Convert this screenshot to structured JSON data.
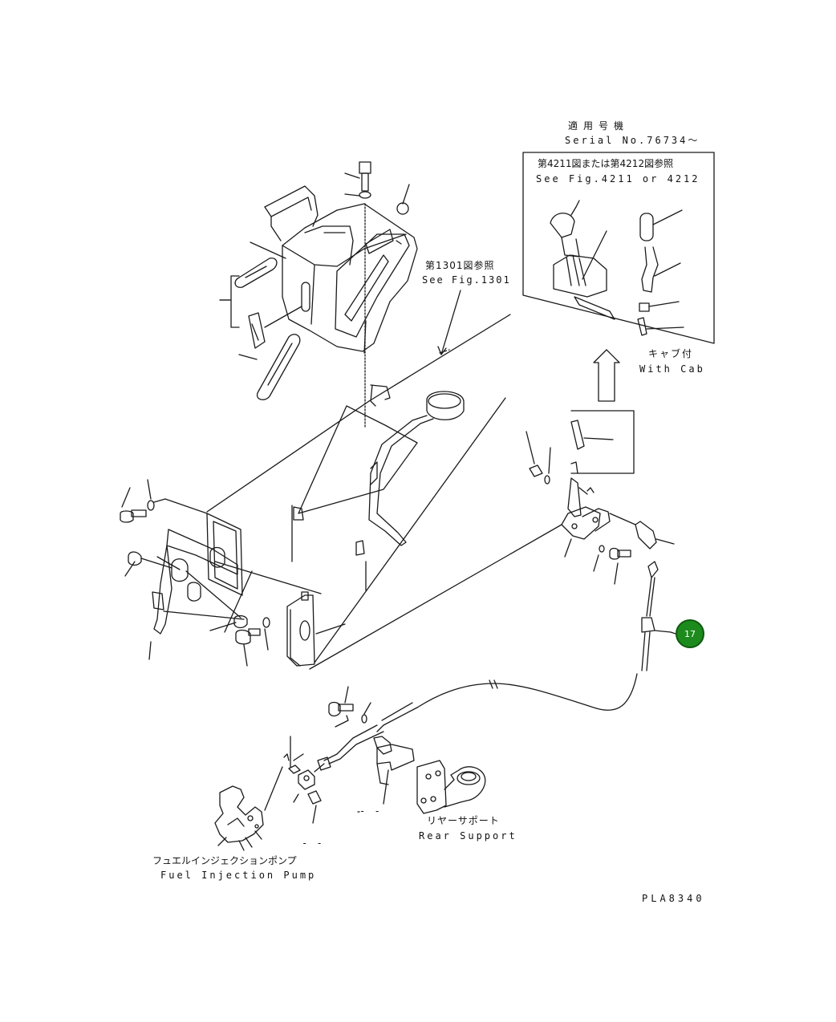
{
  "serial_heading": {
    "jp": "適用号機",
    "en": "Serial No.76734〜"
  },
  "inset_reference": {
    "jp": "第4211図または第4212図参照",
    "en": "See Fig.4211 or 4212"
  },
  "fig_reference": {
    "jp": "第1301図参照",
    "en": "See Fig.1301"
  },
  "with_cab": {
    "jp": "キャブ付",
    "en": "With Cab"
  },
  "rear_support": {
    "jp": "リヤーサポート",
    "en": "Rear Support"
  },
  "fuel_pump": {
    "jp": "フュエルインジェクションポンプ",
    "en": "Fuel Injection Pump"
  },
  "drawing_code": "PLA8340",
  "callout_17": "17",
  "dash_marks": [
    "- -",
    "- -"
  ],
  "colors": {
    "line": "#1a1a1a",
    "callout_fill": "#1d8a1d",
    "callout_border": "#0e5a0e",
    "background": "#ffffff"
  }
}
